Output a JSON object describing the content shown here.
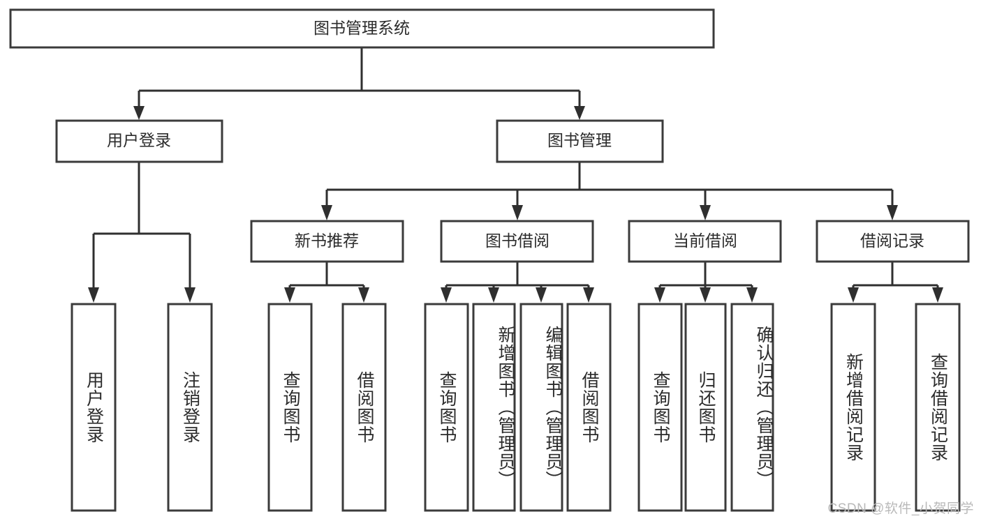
{
  "diagram": {
    "type": "tree",
    "title": "图书管理系统",
    "watermark": "CSDN @软件_小贺同学",
    "root": {
      "id": "root",
      "label": "图书管理系统"
    },
    "level1": [
      {
        "id": "user-login",
        "label": "用户登录"
      },
      {
        "id": "book-manage",
        "label": "图书管理"
      }
    ],
    "level2": [
      {
        "id": "new-book-recommend",
        "label": "新书推荐",
        "parent": "book-manage"
      },
      {
        "id": "book-borrow",
        "label": "图书借阅",
        "parent": "book-manage"
      },
      {
        "id": "current-borrow",
        "label": "当前借阅",
        "parent": "book-manage"
      },
      {
        "id": "borrow-record",
        "label": "借阅记录",
        "parent": "book-manage"
      }
    ],
    "leaves": [
      {
        "id": "leaf-user-login",
        "label": "用户登录",
        "parent": "user-login"
      },
      {
        "id": "leaf-user-logout",
        "label": "注销登录",
        "parent": "user-login"
      },
      {
        "id": "leaf-query-book-1",
        "label": "查询图书",
        "parent": "new-book-recommend"
      },
      {
        "id": "leaf-borrow-book-1",
        "label": "借阅图书",
        "parent": "new-book-recommend"
      },
      {
        "id": "leaf-query-book-2",
        "label": "查询图书",
        "parent": "book-borrow"
      },
      {
        "id": "leaf-add-book",
        "label": "新增图书（管理员）",
        "parent": "book-borrow"
      },
      {
        "id": "leaf-edit-book",
        "label": "编辑图书（管理员）",
        "parent": "book-borrow"
      },
      {
        "id": "leaf-borrow-book-2",
        "label": "借阅图书",
        "parent": "book-borrow"
      },
      {
        "id": "leaf-query-book-3",
        "label": "查询图书",
        "parent": "current-borrow"
      },
      {
        "id": "leaf-return-book",
        "label": "归还图书",
        "parent": "current-borrow"
      },
      {
        "id": "leaf-confirm-return",
        "label": "确认归还（管理员）",
        "parent": "current-borrow"
      },
      {
        "id": "leaf-add-record",
        "label": "新增借阅记录",
        "parent": "borrow-record"
      },
      {
        "id": "leaf-query-record",
        "label": "查询借阅记录",
        "parent": "borrow-record"
      }
    ],
    "colors": {
      "box_stroke": "#3b3b3b",
      "connector": "#2f2f2f",
      "text": "#2b2b2b",
      "background": "#ffffff",
      "watermark": "#b9b9b9"
    }
  }
}
